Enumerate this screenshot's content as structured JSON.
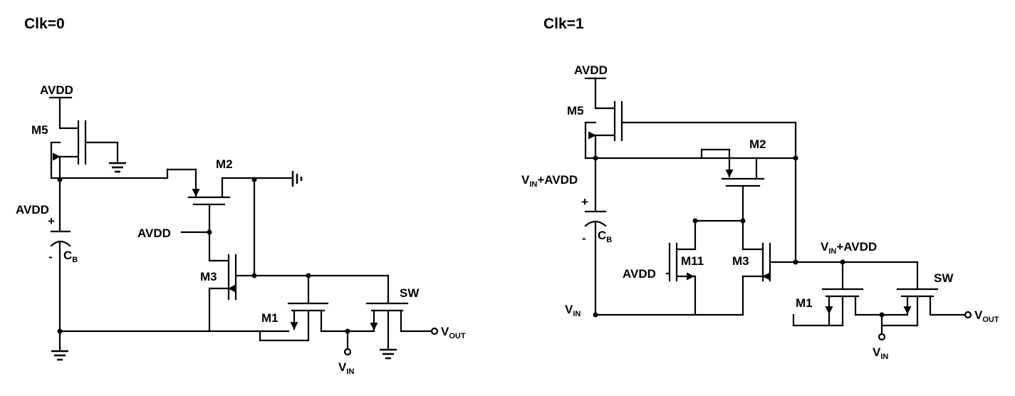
{
  "titles": {
    "left": "Clk=0",
    "right": "Clk=1"
  },
  "left": {
    "avdd_top": "AVDD",
    "m5": "M5",
    "m2": "M2",
    "cap_avdd": "AVDD",
    "cap_plus": "+",
    "cap_minus": "-",
    "cb_main": "C",
    "cb_sub": "B",
    "gate_avdd": "AVDD",
    "m3": "M3",
    "m1": "M1",
    "sw": "SW",
    "vout_main": "V",
    "vout_sub": "OUT",
    "vin_main": "V",
    "vin_sub": "IN"
  },
  "right": {
    "avdd_top": "AVDD",
    "m5": "M5",
    "m2": "M2",
    "vin_avdd_main": "V",
    "vin_avdd_sub": "IN",
    "vin_avdd_rest": "+AVDD",
    "cap_plus": "+",
    "cap_minus": "-",
    "cb_main": "C",
    "cb_sub": "B",
    "gate_avdd": "AVDD",
    "m11": "M11",
    "m3": "M3",
    "node_main": "V",
    "node_sub": "IN",
    "node_rest": "+AVDD",
    "sw": "SW",
    "m1": "M1",
    "vin_left_main": "V",
    "vin_left_sub": "IN",
    "vout_main": "V",
    "vout_sub": "OUT",
    "vin_bot_main": "V",
    "vin_bot_sub": "IN"
  }
}
